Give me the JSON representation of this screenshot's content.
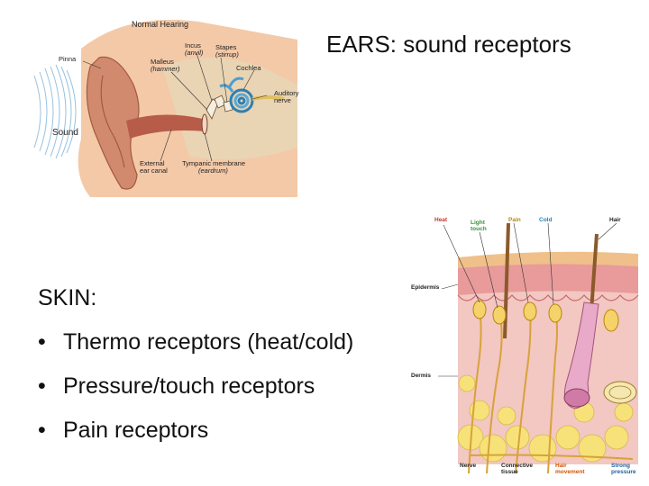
{
  "slide": {
    "title": "EARS: sound receptors",
    "skin_heading": "SKIN:",
    "bullets": [
      "Thermo receptors (heat/cold)",
      "Pressure/touch receptors",
      "Pain receptors"
    ],
    "bullet_glyph": "•"
  },
  "ear_diagram": {
    "title": "Normal Hearing",
    "labels": {
      "pinna": "Pinna",
      "incus": "Incus",
      "incus_alt": "(anvil)",
      "stapes": "Stapes",
      "stapes_alt": "(stirrup)",
      "malleus": "Malleus",
      "malleus_alt": "(hammer)",
      "cochlea": "Cochlea",
      "auditory": "Auditory",
      "nerve": "nerve",
      "sound": "Sound",
      "external1": "External",
      "external2": "ear canal",
      "tympanic": "Tympanic membrane",
      "tympanic_alt": "(eardrum)"
    }
  },
  "skin_diagram": {
    "labels": {
      "heat": "Heat",
      "light1": "Light",
      "light2": "touch",
      "pain": "Pain",
      "cold": "Cold",
      "hair": "Hair",
      "epidermis": "Epidermis",
      "dermis": "Dermis",
      "nerve": "Nerve",
      "connective1": "Connective",
      "connective2": "tissue",
      "hairmove1": "Hair",
      "hairmove2": "movement",
      "strong1": "Strong",
      "strong2": "pressure"
    },
    "colors": {
      "heat": "#c0392b",
      "light": "#3a8f3a",
      "pain": "#b8860b",
      "cold": "#1f7fc0",
      "hairmove": "#d35400",
      "strong": "#1f5fa0"
    }
  }
}
